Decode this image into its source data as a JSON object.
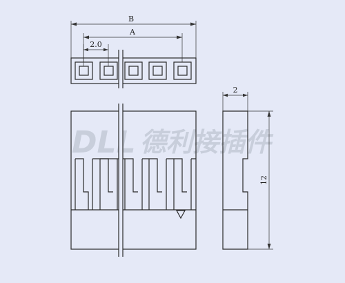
{
  "watermark": {
    "latin": "DLL",
    "cjk": "德利接插件",
    "color": "#c8cedb"
  },
  "dimensions": {
    "overall_width": "B",
    "pin_span": "A",
    "pitch": "2.0",
    "side_thickness": "2",
    "height": "12"
  },
  "colors": {
    "background": "#e5e9f7",
    "line": "#2a2a2a"
  }
}
